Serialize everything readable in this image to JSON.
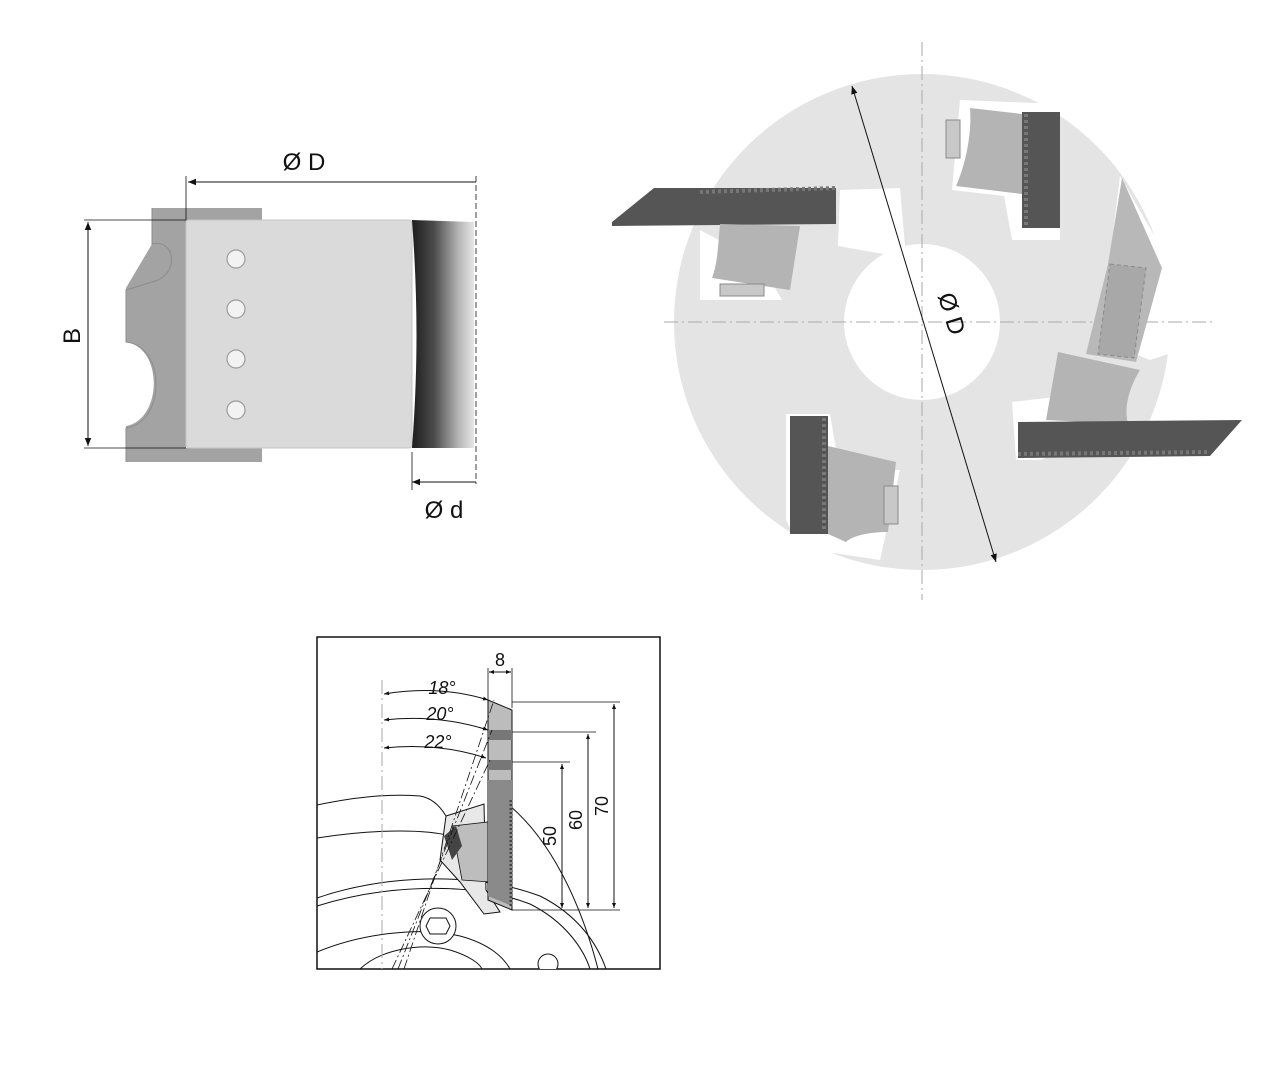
{
  "side_view": {
    "dim_outer_diameter": "Ø D",
    "dim_bore_diameter": "Ø d",
    "dim_width": "B",
    "colors": {
      "profile": "#a3a3a3",
      "body": "#dadada",
      "hole": "#f2f2f2"
    }
  },
  "front_view": {
    "dim_outer_diameter": "Ø D",
    "colors": {
      "disc": "#e4e4e4",
      "knife": "#555555",
      "wedge": "#b4b4b4"
    }
  },
  "detail_view": {
    "angle_labels": [
      "18°",
      "20°",
      "22°"
    ],
    "dim_knife_thickness": "8",
    "dim_heights": [
      "50",
      "60",
      "70"
    ]
  }
}
